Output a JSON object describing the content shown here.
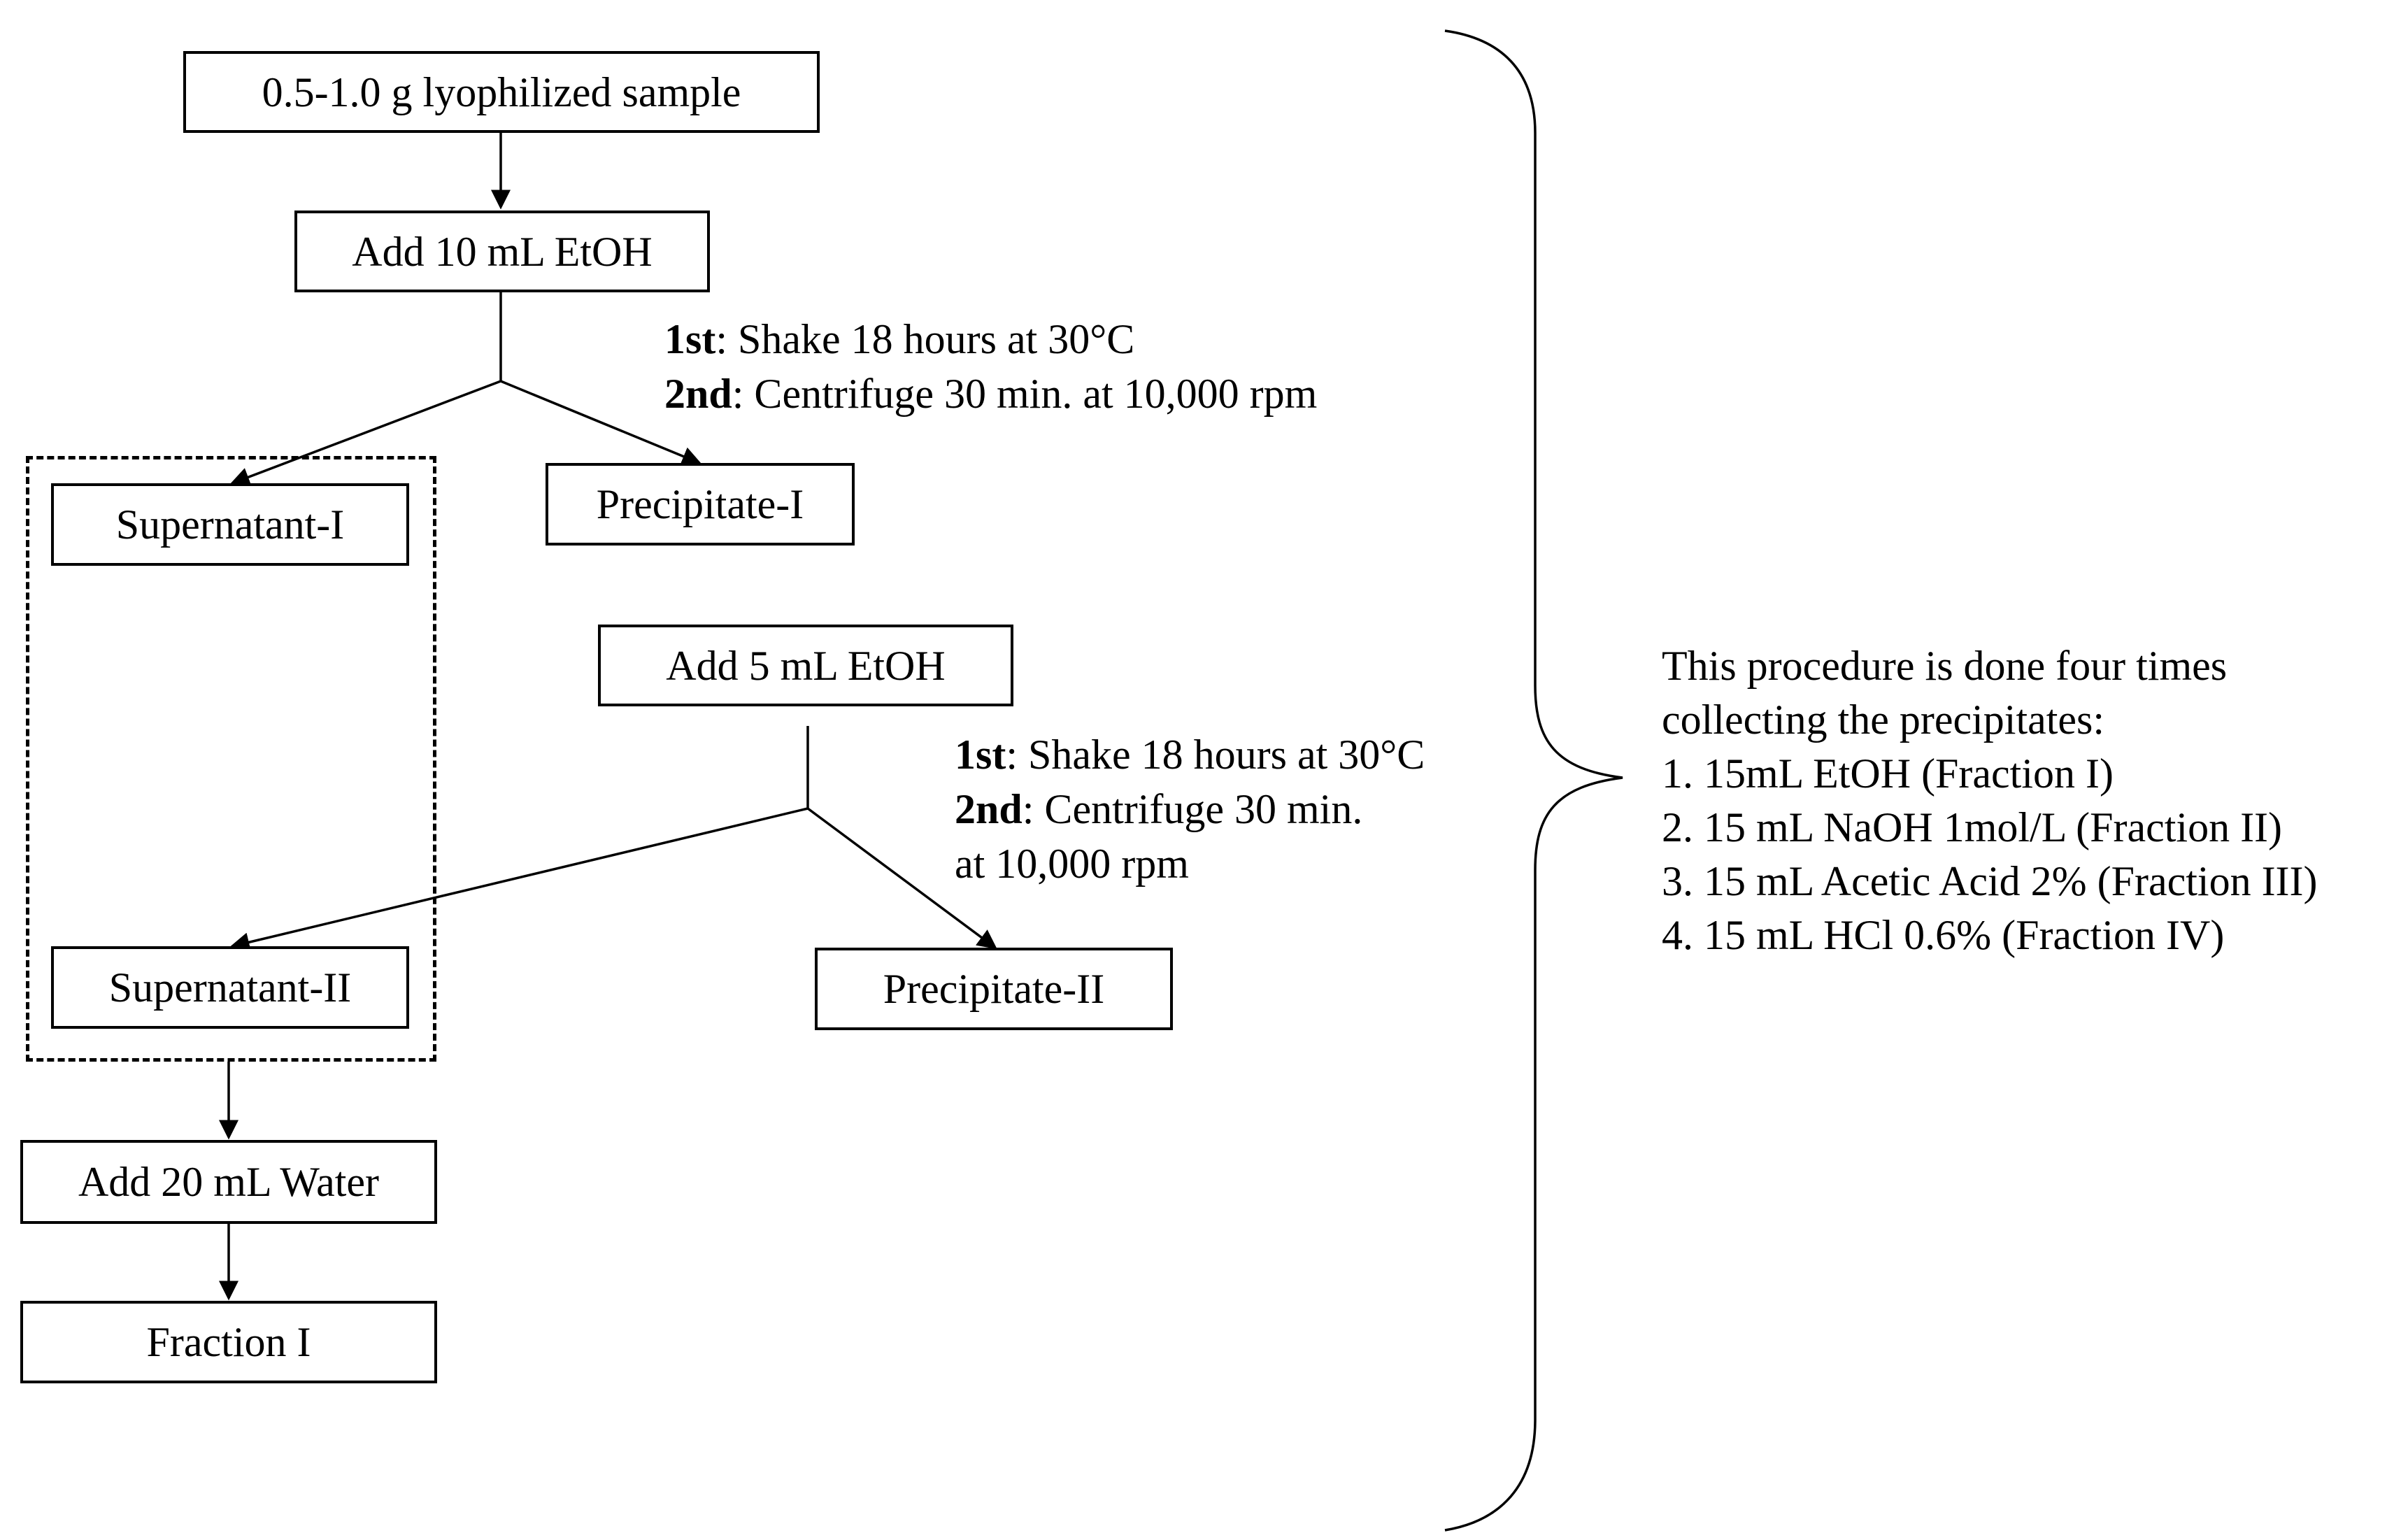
{
  "boxes": {
    "sample": "0.5-1.0 g lyophilized sample",
    "add_etoh_10": "Add  10 mL EtOH",
    "supernatant_1": "Supernatant-I",
    "precipitate_1": "Precipitate-I",
    "add_etoh_5": "Add  5 mL EtOH",
    "supernatant_2": "Supernatant-II",
    "precipitate_2": "Precipitate-II",
    "add_water": "Add  20 mL Water",
    "fraction_1": "Fraction I"
  },
  "step1": {
    "first_label": "1st",
    "first_text": ": Shake 18 hours at 30°C",
    "second_label": "2nd",
    "second_text": ": Centrifuge 30 min. at 10,000 rpm"
  },
  "step2": {
    "first_label": "1st",
    "first_text": ": Shake 18 hours at 30°C",
    "second_label": "2nd",
    "second_text": ": Centrifuge 30 min.",
    "second_text_cont": "at 10,000 rpm"
  },
  "note": {
    "line1": "This procedure is done four times",
    "line2": "collecting the precipitates:",
    "items": [
      "1. 15mL EtOH (Fraction I)",
      "2. 15 mL NaOH 1mol/L (Fraction II)",
      "3. 15 mL Acetic Acid 2% (Fraction III)",
      "4. 15 mL HCl 0.6% (Fraction IV)"
    ]
  }
}
